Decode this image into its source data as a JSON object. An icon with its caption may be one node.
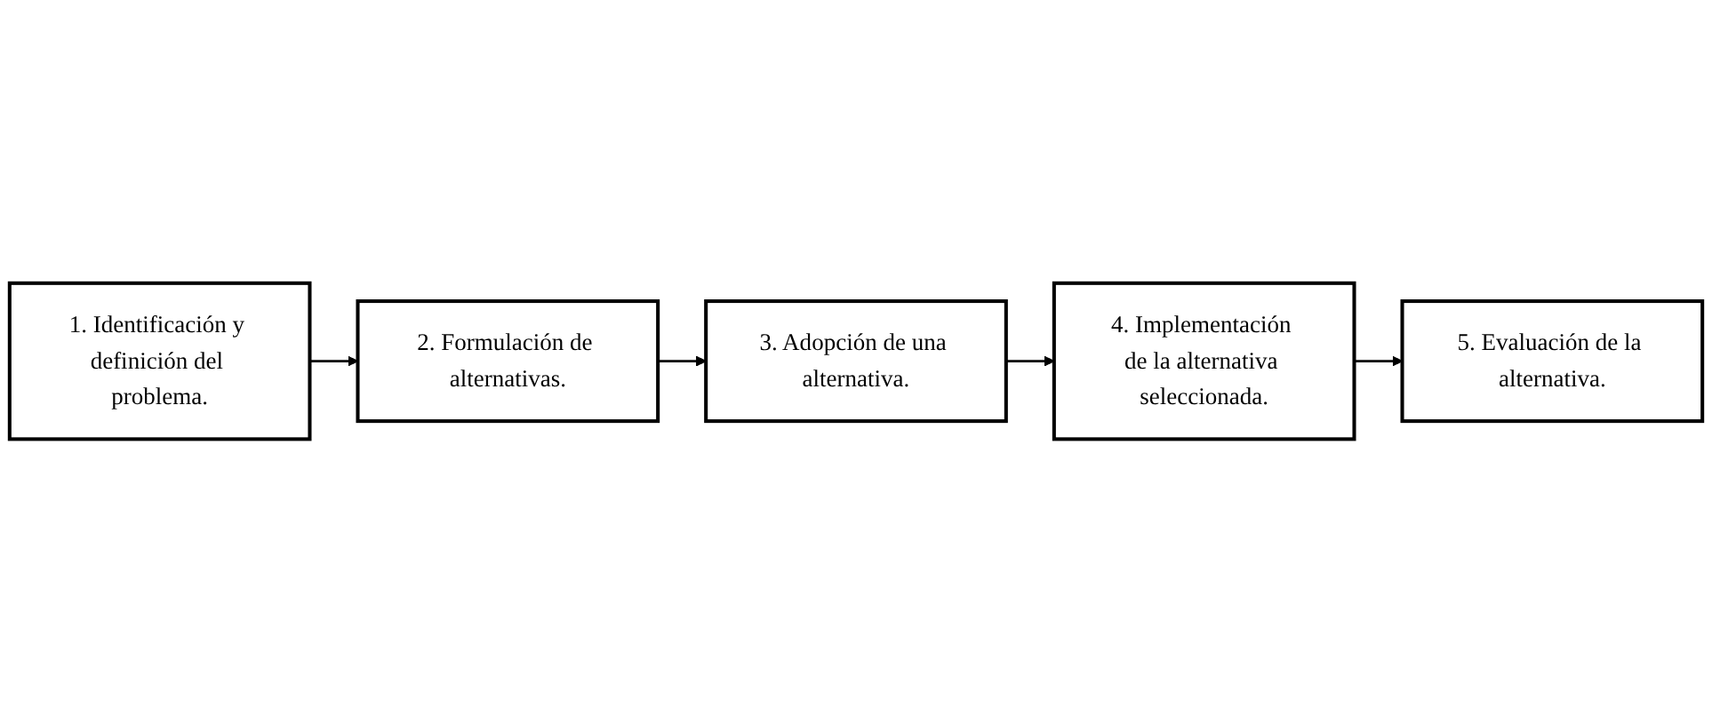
{
  "diagram": {
    "nodes": [
      {
        "text": [
          "1. Identificación y definición del problema."
        ]
      },
      {
        "text": [
          "2. Formulación de alternativas."
        ]
      },
      {
        "text": [
          "3. Adopción de una alternativa."
        ]
      },
      {
        "text": [
          "4. Implementación de la alternativa seleccionada."
        ]
      },
      {
        "text": [
          "5. Evaluación de la alternativa."
        ]
      }
    ],
    "edges": [
      {
        "from": 0,
        "to": 1,
        "arrow": "to"
      },
      {
        "from": 1,
        "to": 2,
        "arrow": "to"
      },
      {
        "from": 2,
        "to": 3,
        "arrow": "to"
      },
      {
        "from": 3,
        "to": 4,
        "arrow": "to"
      }
    ]
  }
}
